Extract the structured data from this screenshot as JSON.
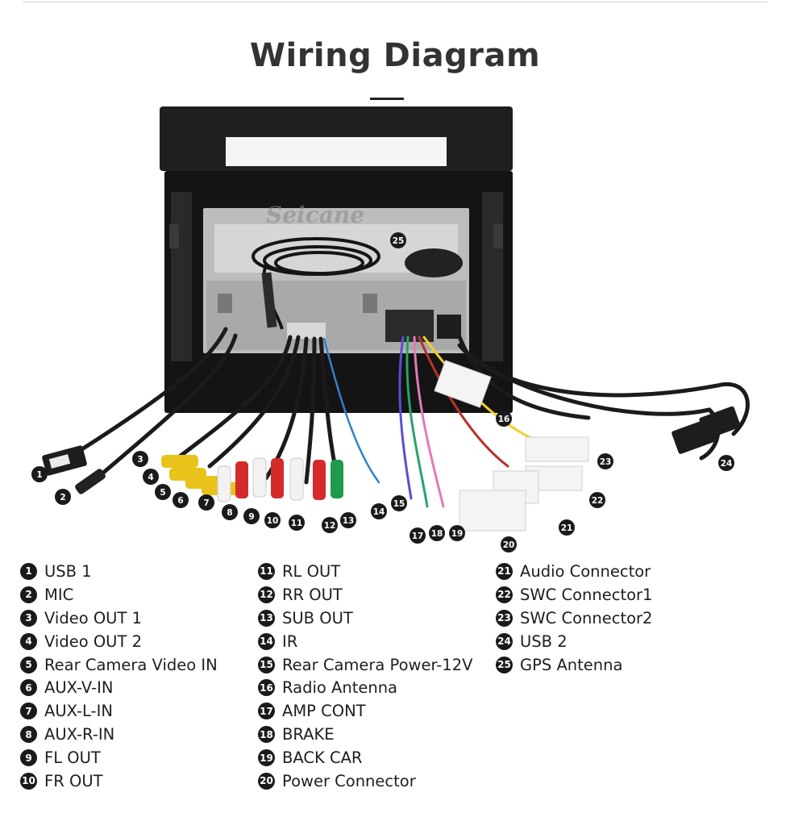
{
  "header": {
    "title": "Wiring Diagram"
  },
  "watermark": "Seicane",
  "callouts": [
    "1",
    "2",
    "3",
    "4",
    "5",
    "6",
    "7",
    "8",
    "9",
    "10",
    "11",
    "12",
    "13",
    "14",
    "15",
    "16",
    "17",
    "18",
    "19",
    "20",
    "21",
    "22",
    "23",
    "24",
    "25"
  ],
  "legend": [
    {
      "num": "1",
      "label": "USB 1"
    },
    {
      "num": "2",
      "label": "MIC"
    },
    {
      "num": "3",
      "label": "Video OUT 1"
    },
    {
      "num": "4",
      "label": "Video OUT 2"
    },
    {
      "num": "5",
      "label": "Rear Camera Video IN"
    },
    {
      "num": "6",
      "label": "AUX-V-IN"
    },
    {
      "num": "7",
      "label": "AUX-L-IN"
    },
    {
      "num": "8",
      "label": "AUX-R-IN"
    },
    {
      "num": "9",
      "label": "FL OUT"
    },
    {
      "num": "10",
      "label": "FR OUT"
    },
    {
      "num": "11",
      "label": "RL OUT"
    },
    {
      "num": "12",
      "label": "RR OUT"
    },
    {
      "num": "13",
      "label": "SUB OUT"
    },
    {
      "num": "14",
      "label": "IR"
    },
    {
      "num": "15",
      "label": "Rear Camera Power-12V"
    },
    {
      "num": "16",
      "label": "Radio Antenna"
    },
    {
      "num": "17",
      "label": "AMP CONT"
    },
    {
      "num": "18",
      "label": "BRAKE"
    },
    {
      "num": "19",
      "label": "BACK CAR"
    },
    {
      "num": "20",
      "label": "Power Connector"
    },
    {
      "num": "21",
      "label": "Audio Connector"
    },
    {
      "num": "22",
      "label": "SWC Connector1"
    },
    {
      "num": "23",
      "label": "SWC Connector2"
    },
    {
      "num": "24",
      "label": "USB 2"
    },
    {
      "num": "25",
      "label": "GPS Antenna"
    }
  ]
}
